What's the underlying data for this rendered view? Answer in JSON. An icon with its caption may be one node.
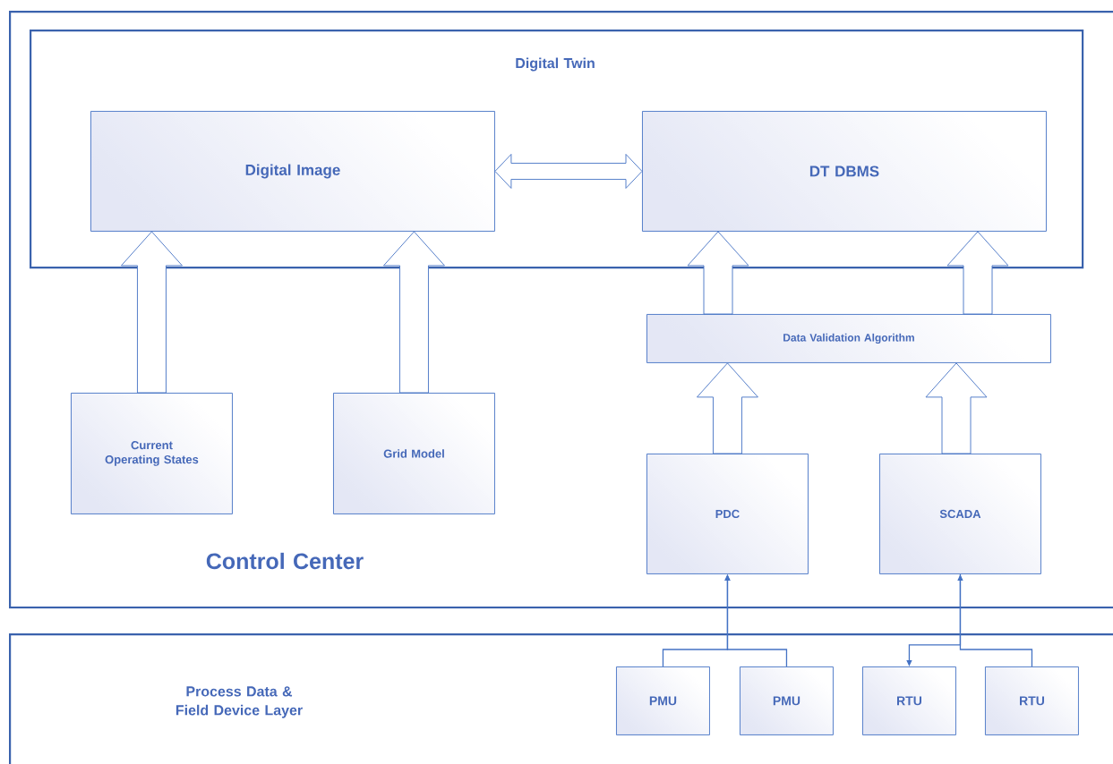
{
  "diagram": {
    "nodes": [
      {
        "text": [
          "Control Center"
        ]
      },
      {
        "text": [
          "Digital Twin"
        ],
        "in": 0
      },
      {
        "text": [
          "Digital Image"
        ],
        "in": 1
      },
      {
        "text": [
          "DT DBMS"
        ],
        "in": 1
      },
      {
        "text": [
          "Current Operating States"
        ],
        "in": 0
      },
      {
        "text": [
          "Grid Model"
        ],
        "in": 0
      },
      {
        "text": [
          "Data Validation Algorithm"
        ],
        "in": 0
      },
      {
        "text": [
          "PDC"
        ],
        "in": 0
      },
      {
        "text": [
          "SCADA"
        ],
        "in": 0
      },
      {
        "text": [
          "Process Data & Field Device Layer"
        ]
      },
      {
        "text": [
          "PMU"
        ],
        "in": 9
      },
      {
        "text": [
          "PMU"
        ],
        "in": 9
      },
      {
        "text": [
          "RTU"
        ],
        "in": 9
      },
      {
        "text": [
          "RTU"
        ],
        "in": 9
      }
    ],
    "edges": [
      {
        "from": 2,
        "to": 3,
        "arrow": "both",
        "style": "thick"
      },
      {
        "from": 4,
        "to": 2,
        "arrow": "to",
        "style": "thick"
      },
      {
        "from": 5,
        "to": 2,
        "arrow": "to",
        "style": "thick"
      },
      {
        "from": 6,
        "to": 3,
        "arrow": "to",
        "style": "thick"
      },
      {
        "from": 6,
        "to": 3,
        "arrow": "to",
        "style": "thick"
      },
      {
        "from": 7,
        "to": 6,
        "arrow": "to",
        "style": "thick"
      },
      {
        "from": 8,
        "to": 6,
        "arrow": "to",
        "style": "thick"
      },
      {
        "from": 10,
        "to": 7,
        "arrow": "to"
      },
      {
        "from": 11,
        "to": 7,
        "arrow": "to"
      },
      {
        "from": 8,
        "to": 12,
        "arrow": "to"
      },
      {
        "from": 13,
        "to": 8,
        "arrow": "to"
      }
    ]
  }
}
